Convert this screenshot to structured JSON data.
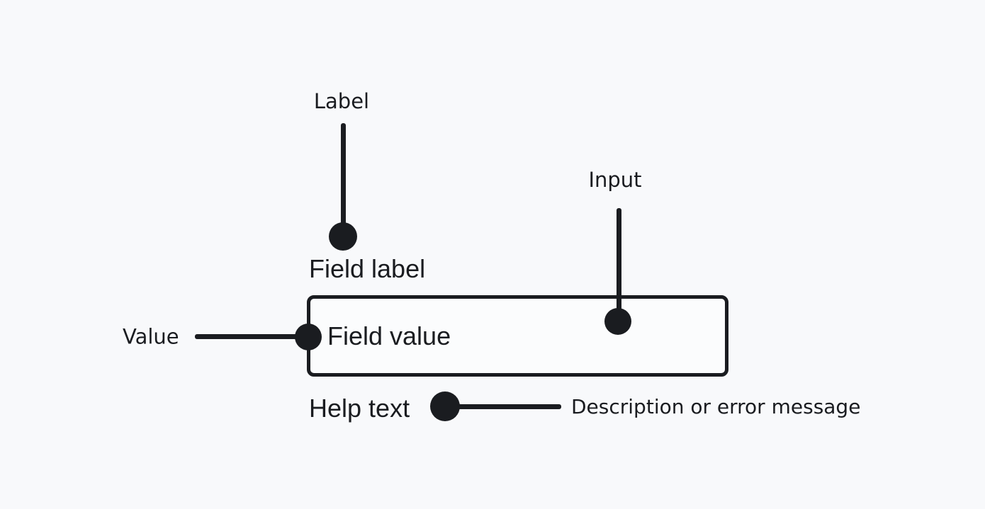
{
  "colors": {
    "background": "#f8f9fb",
    "ink": "#1a1c20",
    "box_fill": "#fbfcfd"
  },
  "diagram": {
    "annotations": {
      "label": "Label",
      "input": "Input",
      "value": "Value",
      "description": "Description or error message"
    },
    "field": {
      "label": "Field label",
      "value": "Field value",
      "help": "Help text"
    }
  }
}
